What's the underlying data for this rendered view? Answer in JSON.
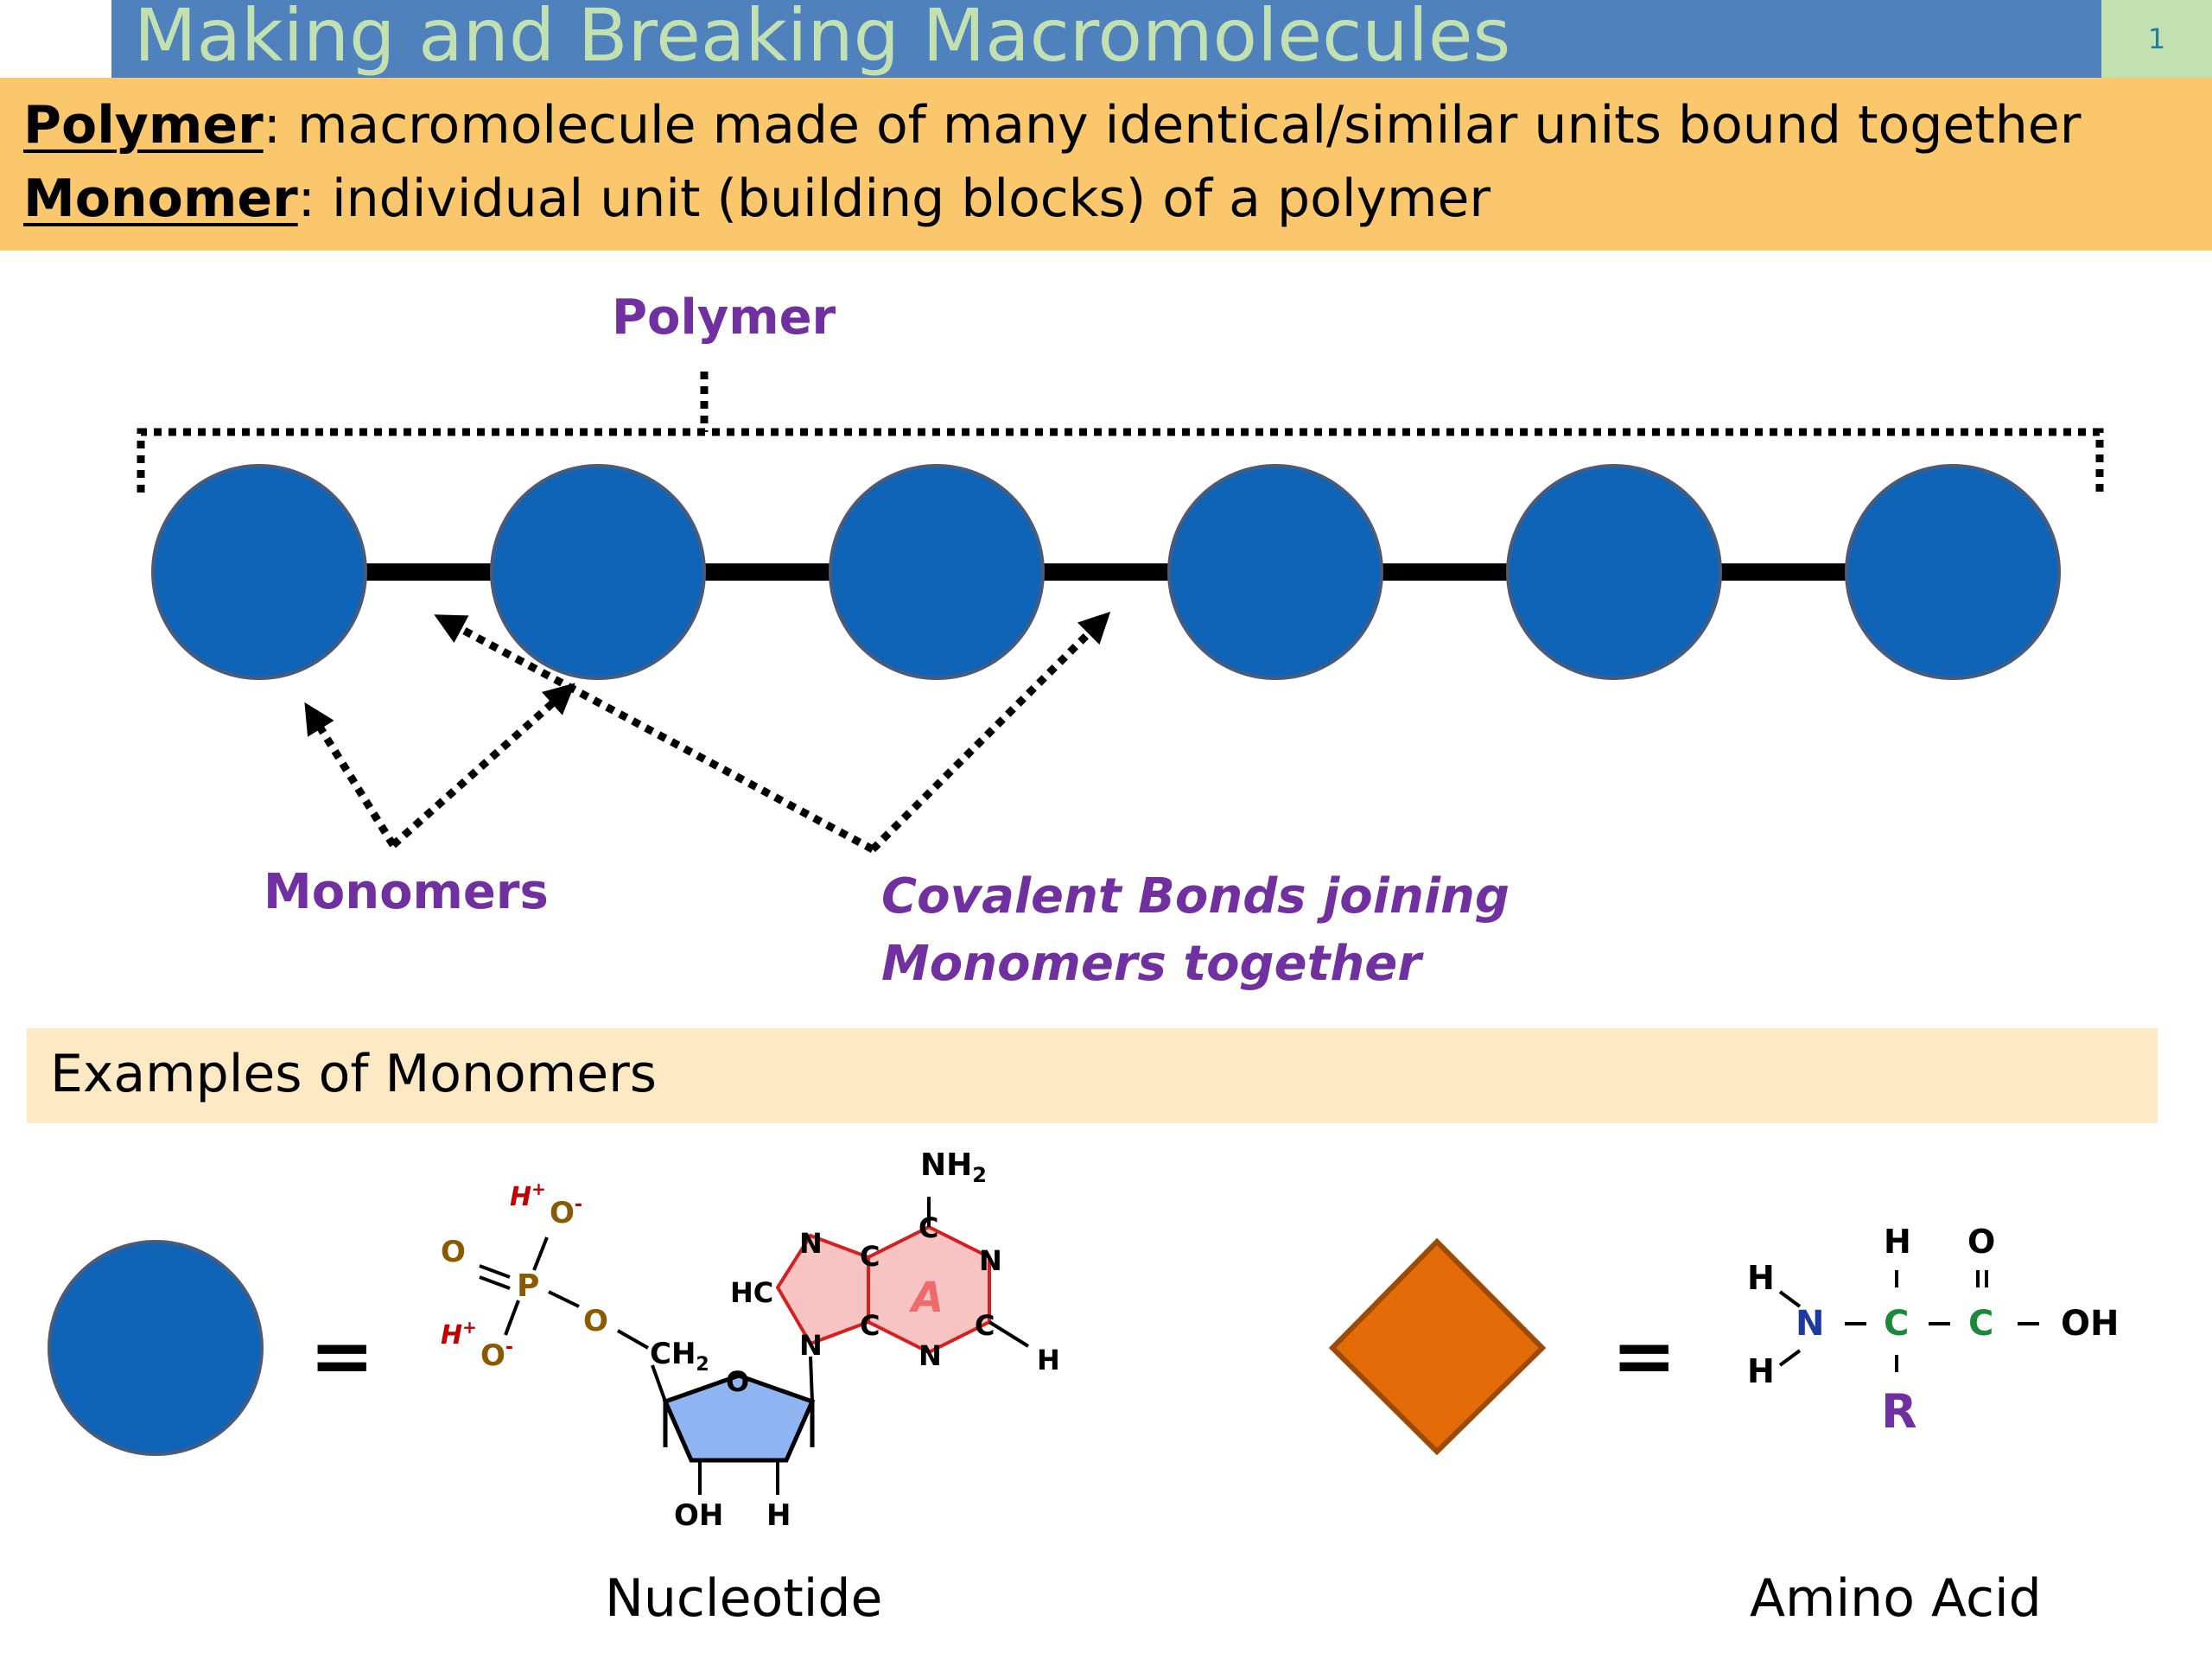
{
  "header": {
    "title": "Making and Breaking Macromolecules",
    "page_number": "1"
  },
  "definitions": [
    {
      "term": "Polymer",
      "separator": ":",
      "text": "  macromolecule made of many identical/similar units bound together"
    },
    {
      "term": "Monomer",
      "separator": ":",
      "text": " individual unit (building blocks) of a polymer"
    }
  ],
  "diagram": {
    "polymer_label": "Polymer",
    "monomers_label": "Monomers",
    "bonds_label_line1": "Covalent Bonds joining",
    "bonds_label_line2": "Monomers together",
    "monomer_color": "#0f64b8",
    "bond_color": "#000000"
  },
  "examples": {
    "heading": "Examples of Monomers",
    "equals": "=",
    "nucleotide_caption": "Nucleotide",
    "amino_acid_caption": "Amino Acid",
    "diamond_color": "#e36c09",
    "nucleotide_labels": {
      "nh2": "NH",
      "nh2_sub": "2",
      "h_plus_top": "H",
      "plus": "+",
      "o_minus_top": "O",
      "minus": "-",
      "o_double": "O",
      "p": "P",
      "o_link": "O",
      "h_plus_bottom": "H",
      "o_minus_bottom": "O",
      "ch2": "CH",
      "ch2_sub": "2",
      "hc": "HC",
      "n1": "N",
      "c1": "C",
      "c_top": "C",
      "n_right": "N",
      "c2": "C",
      "c3": "C",
      "n_bottom": "N",
      "n_glyco": "N",
      "a": "A",
      "h_right": "H",
      "ring_o": "O",
      "oh": "OH",
      "h_bottom": "H"
    },
    "amino_labels": {
      "h_top_left": "H",
      "h_bottom_left": "H",
      "n": "N",
      "c_alpha": "C",
      "c_carboxyl": "C",
      "h_top": "H",
      "o_top": "O",
      "oh": "OH",
      "r": "R"
    }
  }
}
